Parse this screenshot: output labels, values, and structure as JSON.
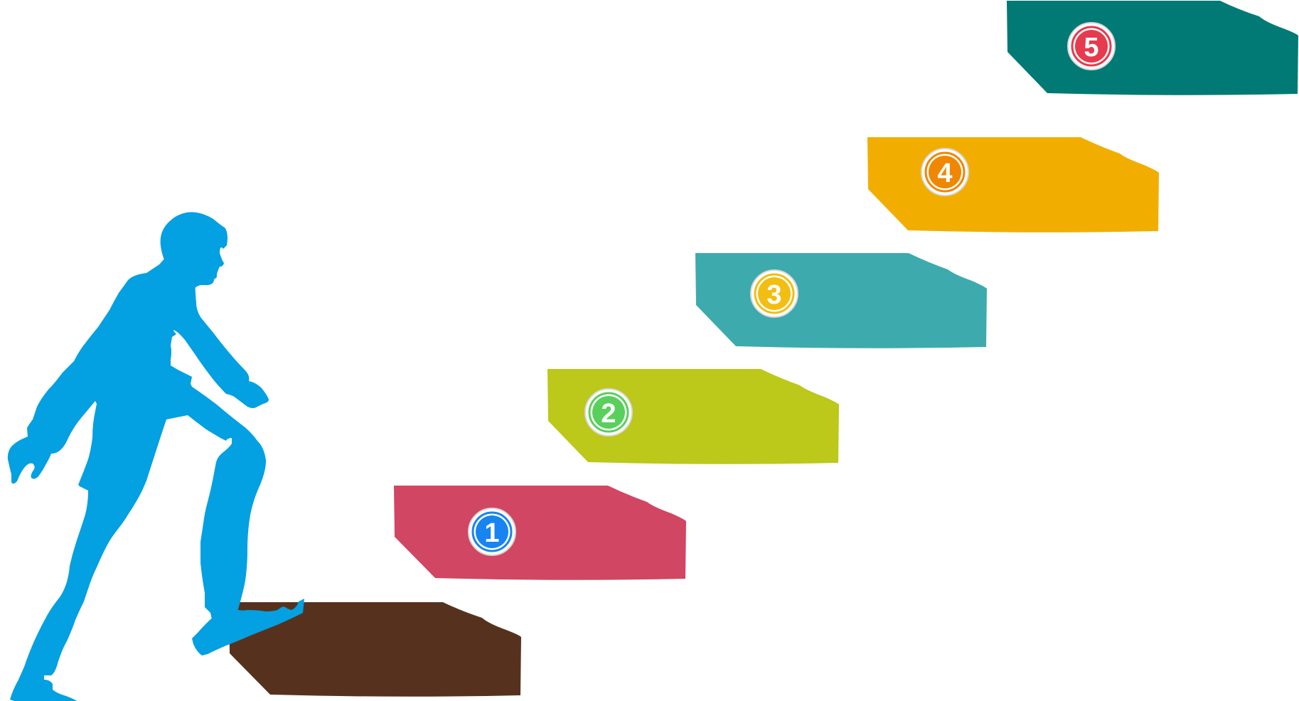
{
  "steps": [
    {
      "number": "",
      "color": "#56321E"
    },
    {
      "number": "1",
      "color": "#D14662",
      "badge_color": "#1784F2"
    },
    {
      "number": "2",
      "color": "#BCC81A",
      "badge_color": "#5AD05C"
    },
    {
      "number": "3",
      "color": "#3DAAAE",
      "badge_color": "#F3BE12"
    },
    {
      "number": "4",
      "color": "#F1AE00",
      "badge_color": "#F08700"
    },
    {
      "number": "5",
      "color": "#017A75",
      "badge_color": "#E63A4E"
    }
  ],
  "figure": {
    "icon": "climbing-person-silhouette-icon",
    "color": "#03A0E2"
  }
}
